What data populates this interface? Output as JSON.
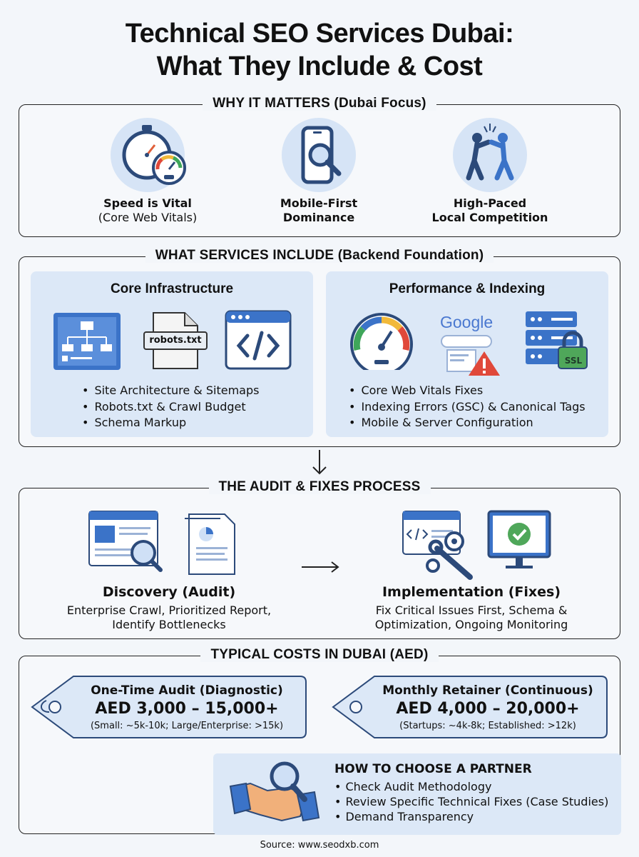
{
  "title_line1": "Technical SEO Services Dubai:",
  "title_line2": "What They Include & Cost",
  "why": {
    "heading": "WHY IT MATTERS (Dubai Focus)",
    "items": [
      {
        "label": "Speed is Vital",
        "sub": "(Core Web Vitals)",
        "icon": "stopwatch-gauge-icon"
      },
      {
        "label": "Mobile-First",
        "sub": "Dominance",
        "icon": "mobile-magnifier-icon"
      },
      {
        "label": "High-Paced",
        "sub": "Local Competition",
        "icon": "competing-people-icon"
      }
    ]
  },
  "services": {
    "heading": "WHAT SERVICES INCLUDE (Backend Foundation)",
    "core": {
      "title": "Core Infrastructure",
      "robots_label": "robots.txt",
      "items": [
        "Site Architecture & Sitemaps",
        "Robots.txt & Crawl Budget",
        "Schema Markup"
      ]
    },
    "performance": {
      "title": "Performance & Indexing",
      "google_label": "Google",
      "ssl_label": "SSL",
      "items": [
        "Core Web Vitals Fixes",
        "Indexing Errors (GSC) & Canonical Tags",
        "Mobile & Server Configuration"
      ]
    }
  },
  "process": {
    "heading": "THE AUDIT & FIXES PROCESS",
    "discovery": {
      "title": "Discovery (Audit)",
      "desc1": "Enterprise Crawl, Prioritized Report,",
      "desc2": "Identify Bottlenecks"
    },
    "implementation": {
      "title": "Implementation (Fixes)",
      "desc1": "Fix Critical Issues First, Schema &",
      "desc2": "Optimization, Ongoing Monitoring"
    }
  },
  "costs": {
    "heading": "TYPICAL COSTS IN DUBAI (AED)",
    "audit": {
      "title": "One-Time Audit (Diagnostic)",
      "price": "AED 3,000 – 15,000+",
      "note": "(Small: ~5k-10k; Large/Enterprise: >15k)"
    },
    "retainer": {
      "title": "Monthly Retainer (Continuous)",
      "price": "AED 4,000 – 20,000+",
      "note": "(Startups: ~4k-8k; Established: >12k)"
    },
    "partner": {
      "title": "HOW TO CHOOSE A PARTNER",
      "items": [
        "Check Audit Methodology",
        "Review Specific Technical Fixes (Case Studies)",
        "Demand Transparency"
      ]
    }
  },
  "source": "Source: www.seodxb.com",
  "colors": {
    "accent": "#3b73c8",
    "panel": "#dce8f7",
    "dark": "#1f3b6e"
  }
}
